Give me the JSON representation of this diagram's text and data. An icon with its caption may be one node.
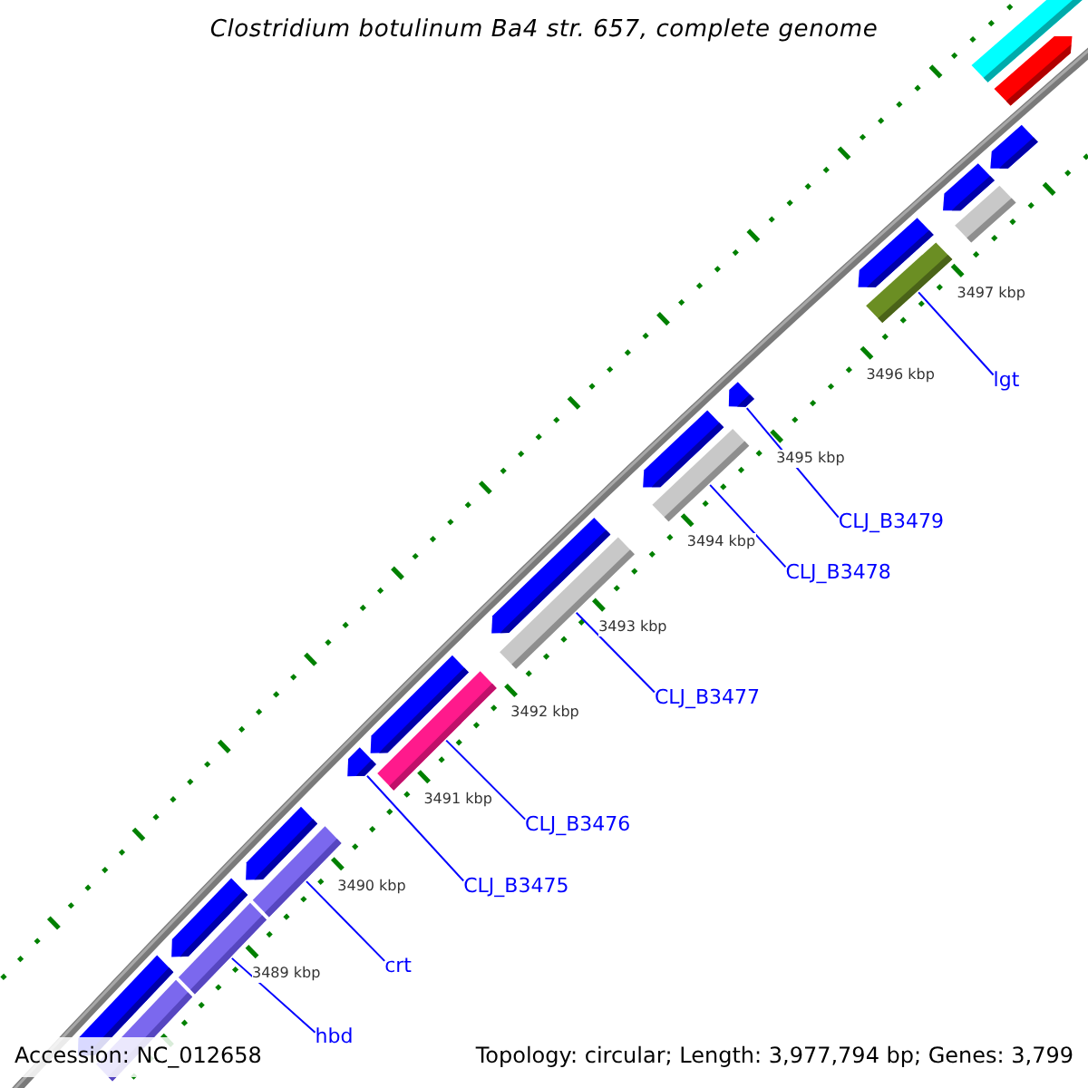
{
  "diagram": {
    "title": "Clostridium botulinum Ba4 str. 657, complete genome",
    "nodes": [
      {
        "text": [
          "lgt"
        ]
      },
      {
        "text": [
          "CLJ_B3479"
        ]
      },
      {
        "text": [
          "CLJ_B3478"
        ]
      },
      {
        "text": [
          "CLJ_B3477"
        ]
      },
      {
        "text": [
          "CLJ_B3476"
        ]
      },
      {
        "text": [
          "CLJ_B3475"
        ]
      },
      {
        "text": [
          "crt"
        ]
      },
      {
        "text": [
          "hbd"
        ]
      },
      {
        "text": [],
        "shape": "bar"
      },
      {
        "text": [],
        "shape": "pentagon"
      },
      {
        "text": [],
        "shape": "pentagon"
      },
      {
        "text": [],
        "shape": "pentagon"
      },
      {
        "text": [],
        "shape": "bar"
      },
      {
        "text": [],
        "shape": "pentagon"
      },
      {
        "text": [],
        "shape": "bar"
      },
      {
        "text": [],
        "shape": "pentagon"
      },
      {
        "text": [],
        "shape": "bar"
      },
      {
        "text": [],
        "shape": "pentagon"
      },
      {
        "text": [],
        "shape": "bar"
      },
      {
        "text": [],
        "shape": "pentagon"
      },
      {
        "text": [],
        "shape": "bar"
      },
      {
        "text": [],
        "shape": "pentagon"
      },
      {
        "text": [],
        "shape": "pentagon"
      },
      {
        "text": [],
        "shape": "bar"
      },
      {
        "text": [],
        "shape": "pentagon"
      },
      {
        "text": [],
        "shape": "bar"
      },
      {
        "text": [],
        "shape": "pentagon"
      },
      {
        "text": [],
        "shape": "pentagon"
      },
      {
        "text": [],
        "shape": "bar"
      }
    ],
    "edges": [
      {
        "from": 0,
        "to": 14,
        "arrow": "none"
      },
      {
        "from": 1,
        "to": 15,
        "arrow": "none"
      },
      {
        "from": 2,
        "to": 16,
        "arrow": "none"
      },
      {
        "from": 3,
        "to": 18,
        "arrow": "none"
      },
      {
        "from": 4,
        "to": 20,
        "arrow": "none"
      },
      {
        "from": 5,
        "to": 22,
        "arrow": "none"
      },
      {
        "from": 6,
        "to": 23,
        "arrow": "none"
      },
      {
        "from": 7,
        "to": 25,
        "arrow": "none"
      }
    ],
    "labels": [
      "3497 kbp",
      "3496 kbp",
      "3495 kbp",
      "3494 kbp",
      "3493 kbp",
      "3492 kbp",
      "3491 kbp",
      "3490 kbp",
      "3489 kbp",
      "Accession: NC_012658",
      "Topology: circular; Length: 3,977,794 bp; Genes: 3,799"
    ]
  }
}
